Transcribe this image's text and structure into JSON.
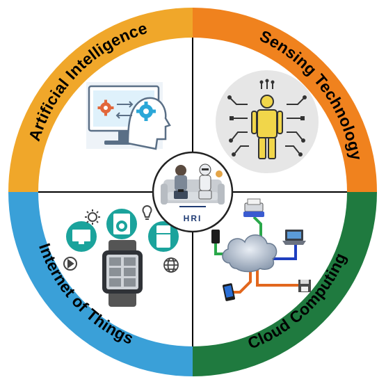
{
  "colors": {
    "ai": "#f0a72a",
    "sensing": "#f0821e",
    "iot": "#3aa0d8",
    "cloud": "#1f7a3f",
    "divider": "#000000",
    "icon_teal": "#1ba39c",
    "sensor_yellow": "#f1d64a"
  },
  "quadrants": {
    "ai": {
      "label": "Artificial Intelligence",
      "icon": "brain-gears-monitor-icon"
    },
    "sensing": {
      "label": "Sensing Technology",
      "icon": "human-sensor-circuit-icon"
    },
    "iot": {
      "label": "Internet of Things",
      "icon": "smartwatch-devices-icon"
    },
    "cloud": {
      "label": "Cloud Computing",
      "icon": "cloud-network-icon"
    }
  },
  "center": {
    "label": "HRI",
    "icon": "human-robot-couch-icon"
  }
}
